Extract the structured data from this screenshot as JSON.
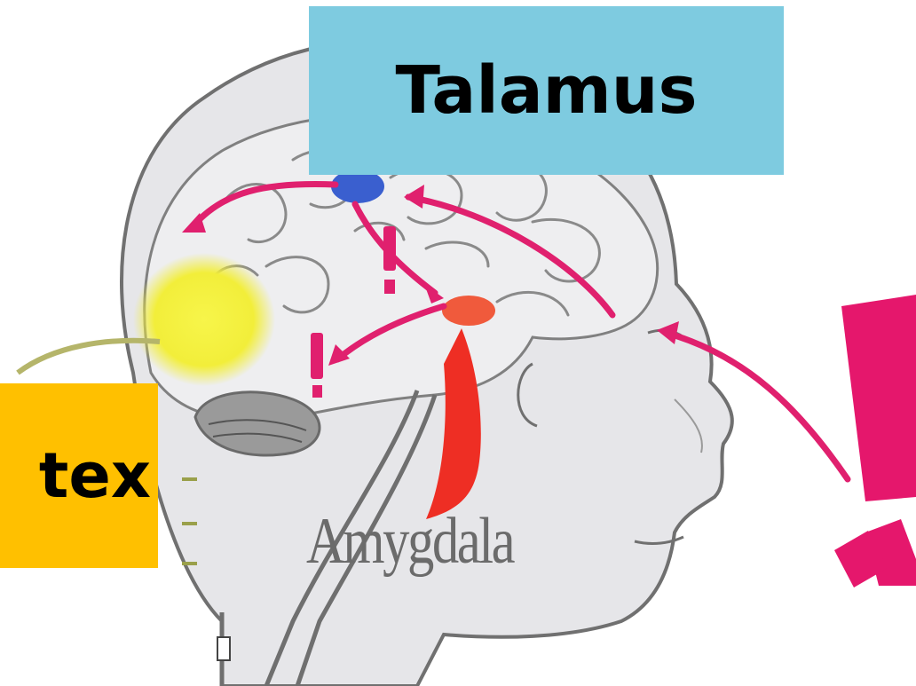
{
  "labels": {
    "talamus": "Talamus",
    "cortex": "tex",
    "amygdala": "Amygdala"
  },
  "colors": {
    "talamus_box": "#7ecbe0",
    "cortex_box": "#ffc000",
    "arrow": "#e0206e",
    "exclaim": "#e5176c",
    "thalamus_node": "#3a5fcf",
    "amygdala_node": "#f05a3c",
    "amygdala_stalk": "#ee2e24",
    "cortex_glow": "#f4f032",
    "head_fill": "#e6e6e9",
    "outline": "#6f6f6f"
  },
  "icons": [
    "exclamation-mark-icon",
    "arrow-icon"
  ]
}
